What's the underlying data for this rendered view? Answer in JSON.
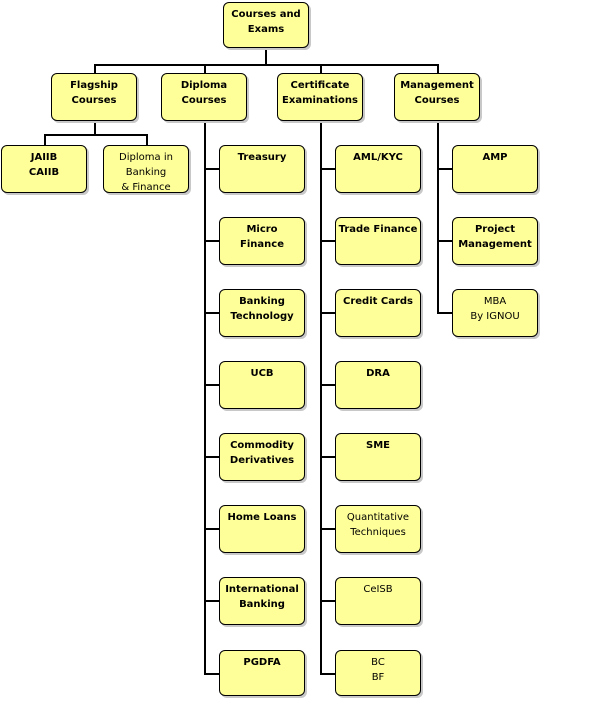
{
  "root": {
    "label": "Courses and\nExams"
  },
  "flagship": {
    "label": "Flagship\nCourses",
    "children": [
      "JAIIB\nCAIIB",
      "Diploma in\nBanking\n& Finance"
    ]
  },
  "diploma": {
    "label": "Diploma\nCourses",
    "children": [
      "Treasury",
      "Micro\nFinance",
      "Banking\nTechnology",
      "UCB",
      "Commodity\nDerivatives",
      "Home Loans",
      "International\nBanking",
      "PGDFA"
    ]
  },
  "certificate": {
    "label": "Certificate\nExaminations",
    "children": [
      "AML/KYC",
      "Trade Finance",
      "Credit Cards",
      "DRA",
      "SME",
      "Quantitative\nTechniques",
      "CeISB",
      "BC\nBF"
    ]
  },
  "management": {
    "label": "Management\nCourses",
    "children": [
      "AMP",
      "Project\nManagement",
      "MBA\nBy IGNOU"
    ]
  }
}
